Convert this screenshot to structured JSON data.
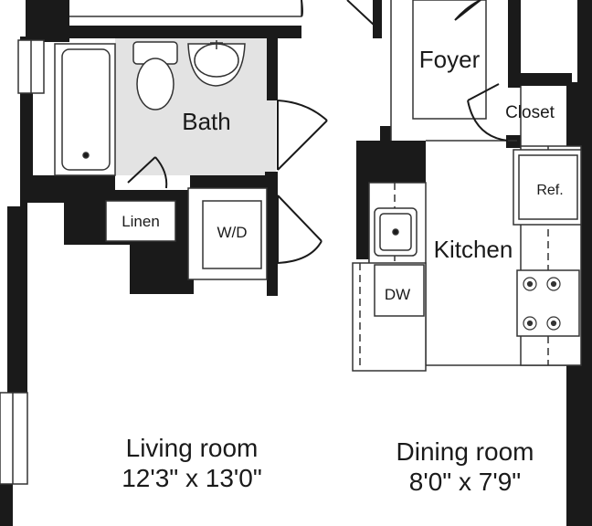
{
  "rooms": {
    "foyer": {
      "name": "Foyer"
    },
    "bath": {
      "name": "Bath"
    },
    "closet": {
      "name": "Closet"
    },
    "kitchen": {
      "name": "Kitchen"
    },
    "living": {
      "name": "Living room",
      "size": "12'3\" x 13'0\""
    },
    "dining": {
      "name": "Dining room",
      "size": "8'0\" x 7'9\""
    }
  },
  "fixtures": {
    "refrigerator": "Ref.",
    "linen": "Linen",
    "washer_dryer": "W/D",
    "dishwasher": "DW"
  },
  "colors": {
    "wall": "#1a1a1a",
    "bath_floor": "#e3e3e3",
    "fixture_line": "#333333",
    "background": "#ffffff"
  }
}
